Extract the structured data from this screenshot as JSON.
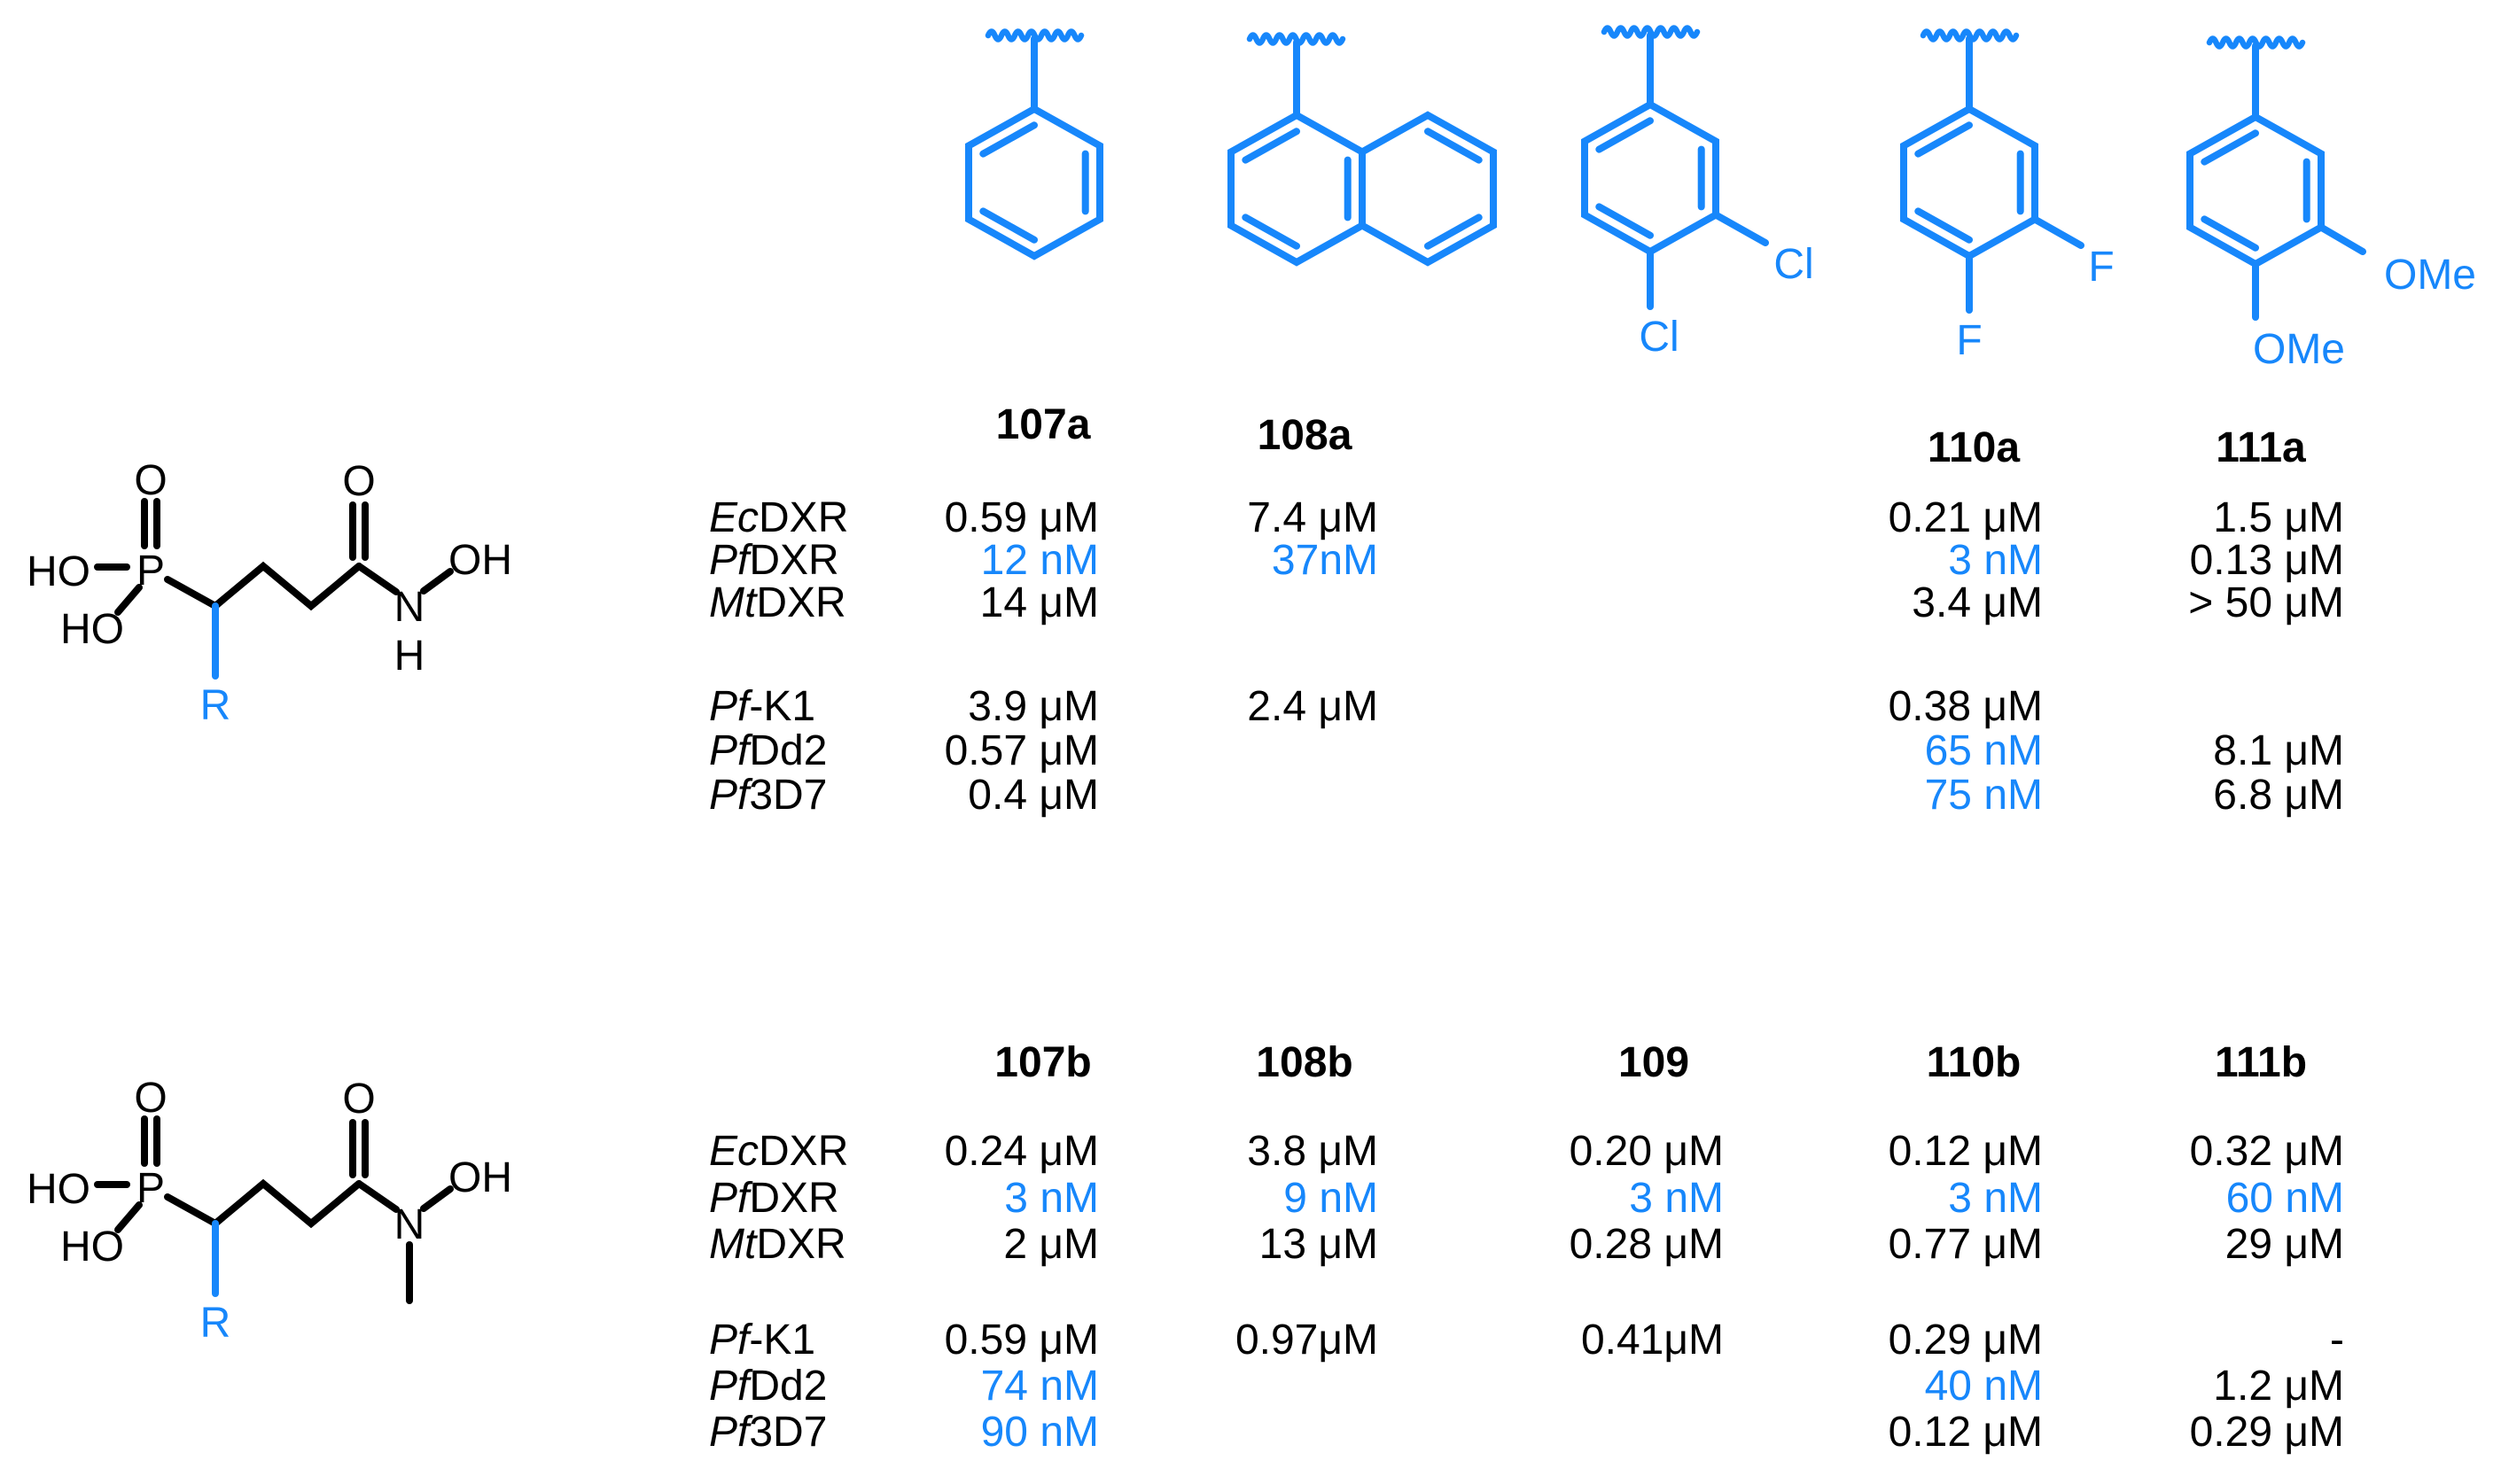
{
  "accent_blue": "#1787fb",
  "structures": {
    "scaffold_a": {
      "description": "phosphonic acid hydroxamate scaffold (N-H series a)",
      "o1": "O",
      "p": "P",
      "ho1": "HO",
      "ho2": "HO",
      "r": "R",
      "o2": "O",
      "n": "N",
      "h": "H",
      "oh": "OH"
    },
    "scaffold_b": {
      "description": "phosphonic acid N-methyl hydroxamate scaffold (series b)",
      "o1": "O",
      "p": "P",
      "ho1": "HO",
      "ho2": "HO",
      "r": "R",
      "o2": "O",
      "n": "N",
      "oh": "OH"
    },
    "r_groups": [
      {
        "name": "phenyl"
      },
      {
        "name": "1-naphthyl"
      },
      {
        "name": "3,4-dichlorophenyl",
        "sub_right": "Cl",
        "sub_bottom": "Cl"
      },
      {
        "name": "3,4-difluorophenyl",
        "sub_right": "F",
        "sub_bottom": "F"
      },
      {
        "name": "3,4-dimethoxyphenyl",
        "sub_right": "OMe",
        "sub_bottom": "OMe"
      }
    ]
  },
  "table_top": {
    "headers": [
      "107a",
      "108a",
      "",
      "110a",
      "111a"
    ],
    "rows": [
      {
        "prefix": "Ec",
        "name": "DXR",
        "cells": [
          {
            "v": "0.59 μM"
          },
          {
            "v": "7.4 μM"
          },
          {
            "v": ""
          },
          {
            "v": "0.21 μM"
          },
          {
            "v": "1.5 μM"
          }
        ]
      },
      {
        "prefix": "Pf",
        "name": "DXR",
        "cells": [
          {
            "v": "12 nM",
            "blue": true
          },
          {
            "v": "37nM",
            "blue": true
          },
          {
            "v": ""
          },
          {
            "v": "3 nM",
            "blue": true
          },
          {
            "v": "0.13 μM"
          }
        ]
      },
      {
        "prefix": "Mt",
        "name": "DXR",
        "cells": [
          {
            "v": "14 μM"
          },
          {
            "v": ""
          },
          {
            "v": ""
          },
          {
            "v": "3.4 μM"
          },
          {
            "v": "> 50 μM"
          }
        ]
      },
      {
        "prefix": "Pf",
        "name": "-K1",
        "cells": [
          {
            "v": "3.9 μM"
          },
          {
            "v": "2.4 μM"
          },
          {
            "v": ""
          },
          {
            "v": "0.38 μM"
          },
          {
            "v": ""
          }
        ]
      },
      {
        "prefix": "Pf",
        "name": "Dd2",
        "cells": [
          {
            "v": "0.57 μM"
          },
          {
            "v": ""
          },
          {
            "v": ""
          },
          {
            "v": "65 nM",
            "blue": true
          },
          {
            "v": "8.1 μM"
          }
        ]
      },
      {
        "prefix": "Pf",
        "name": "3D7",
        "cells": [
          {
            "v": "0.4 μM"
          },
          {
            "v": ""
          },
          {
            "v": ""
          },
          {
            "v": "75 nM",
            "blue": true
          },
          {
            "v": "6.8 μM"
          }
        ]
      }
    ]
  },
  "table_bottom": {
    "headers": [
      "107b",
      "108b",
      "109",
      "110b",
      "111b"
    ],
    "rows": [
      {
        "prefix": "Ec",
        "name": "DXR",
        "cells": [
          {
            "v": "0.24 μM"
          },
          {
            "v": "3.8 μM"
          },
          {
            "v": "0.20 μM"
          },
          {
            "v": "0.12 μM"
          },
          {
            "v": "0.32 μM"
          }
        ]
      },
      {
        "prefix": "Pf",
        "name": "DXR",
        "cells": [
          {
            "v": "3 nM",
            "blue": true
          },
          {
            "v": "9 nM",
            "blue": true
          },
          {
            "v": "3 nM",
            "blue": true
          },
          {
            "v": "3 nM",
            "blue": true
          },
          {
            "v": "60 nM",
            "blue": true
          }
        ]
      },
      {
        "prefix": "Mt",
        "name": "DXR",
        "cells": [
          {
            "v": "2 μM"
          },
          {
            "v": "13 μM"
          },
          {
            "v": "0.28 μM"
          },
          {
            "v": "0.77 μM"
          },
          {
            "v": "29 μM"
          }
        ]
      },
      {
        "prefix": "Pf",
        "name": "-K1",
        "cells": [
          {
            "v": "0.59 μM"
          },
          {
            "v": "0.97μM"
          },
          {
            "v": "0.41μM"
          },
          {
            "v": "0.29 μM"
          },
          {
            "v": "-"
          }
        ]
      },
      {
        "prefix": "Pf",
        "name": "Dd2",
        "cells": [
          {
            "v": "74 nM",
            "blue": true
          },
          {
            "v": ""
          },
          {
            "v": ""
          },
          {
            "v": "40 nM",
            "blue": true
          },
          {
            "v": "1.2 μM"
          }
        ]
      },
      {
        "prefix": "Pf",
        "name": "3D7",
        "cells": [
          {
            "v": "90 nM",
            "blue": true
          },
          {
            "v": ""
          },
          {
            "v": ""
          },
          {
            "v": "0.12 μM"
          },
          {
            "v": "0.29 μM"
          }
        ]
      }
    ]
  }
}
